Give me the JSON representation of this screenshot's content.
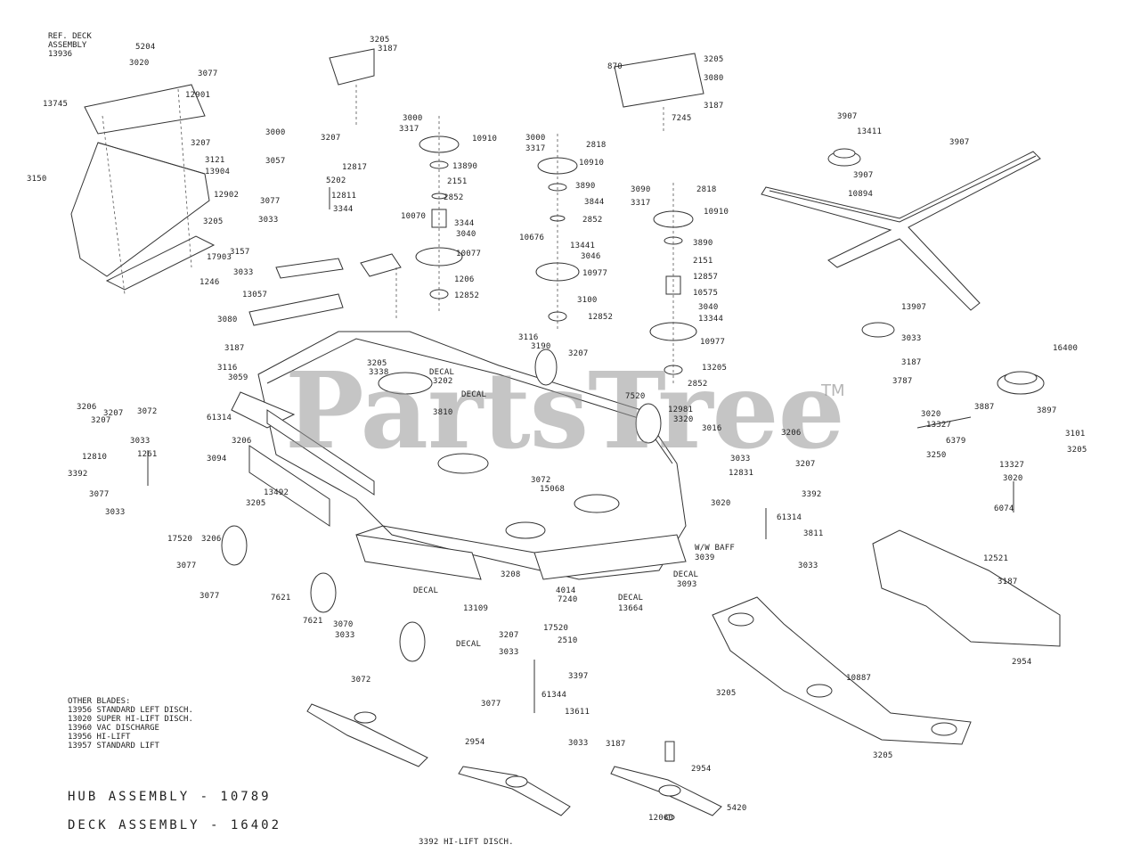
{
  "watermark": {
    "brand": "PartsTree",
    "trademark": "TM"
  },
  "header_note": [
    "REF. DECK",
    "ASSEMBLY",
    "13936"
  ],
  "footer_titles": {
    "hub": "HUB ASSEMBLY - 10789",
    "deck": "DECK ASSEMBLY - 16402"
  },
  "blade_notes": [
    "OTHER BLADES:",
    "13956 STANDARD LEFT DISCH.",
    "13020 SUPER HI-LIFT DISCH.",
    "13960 VAC DISCHARGE",
    "",
    "13956 HI-LIFT",
    "13957 STANDARD LIFT"
  ],
  "part_labels": [
    "5204",
    "3020",
    "3077",
    "13745",
    "12901",
    "3207",
    "3121",
    "13904",
    "12902",
    "3150",
    "3205",
    "17903",
    "1246",
    "3205",
    "3187",
    "3000",
    "3057",
    "3207",
    "12817",
    "5202",
    "12811",
    "3077",
    "3033",
    "3344",
    "3000",
    "3317",
    "10910",
    "13890",
    "2151",
    "2852",
    "10070",
    "3344",
    "3040",
    "10077",
    "1206",
    "12852",
    "3000",
    "3317",
    "2818",
    "10910",
    "3890",
    "3844",
    "2852",
    "10676",
    "13441",
    "3046",
    "10977",
    "3100",
    "12852",
    "870",
    "3205",
    "3080",
    "3187",
    "7245",
    "3090",
    "3317",
    "2818",
    "10910",
    "3890",
    "2151",
    "12857",
    "10575",
    "3040",
    "13344",
    "10977",
    "13205",
    "2852",
    "3907",
    "13411",
    "3907",
    "10894",
    "3907",
    "13907",
    "3033",
    "3187",
    "3787",
    "16400",
    "3887",
    "3897",
    "3101",
    "3205",
    "3020",
    "13327",
    "6379",
    "3250",
    "13327",
    "3020",
    "6074",
    "3157",
    "3033",
    "13057",
    "3080",
    "3187",
    "3116",
    "3059",
    "3206",
    "3072",
    "3207",
    "3033",
    "12810",
    "1261",
    "3392",
    "3077",
    "3033",
    "61314",
    "3206",
    "3094",
    "3205",
    "13492",
    "3205",
    "3338",
    "DECAL",
    "3202",
    "DECAL",
    "3810",
    "3116",
    "3190",
    "3207",
    "7520",
    "12981",
    "3320",
    "3016",
    "3206",
    "3207",
    "3033",
    "12831",
    "3392",
    "3020",
    "61314",
    "3811",
    "3033",
    "3077",
    "17520",
    "3206",
    "3077",
    "7621",
    "7621",
    "3070",
    "3033",
    "3207",
    "3072",
    "15068",
    "DECAL",
    "13109",
    "3208",
    "4014",
    "7240",
    "DECAL",
    "13664",
    "W/W BAFF",
    "3039",
    "DECAL",
    "3093",
    "DECAL",
    "17520",
    "3207",
    "2510",
    "3033",
    "3397",
    "3077",
    "61344",
    "13611",
    "3033",
    "3072",
    "2954",
    "2954",
    "12521",
    "3187",
    "3205",
    "10887",
    "3205",
    "3187",
    "2954",
    "12060",
    "5420",
    "3392 HI-LIFT DISCH."
  ]
}
